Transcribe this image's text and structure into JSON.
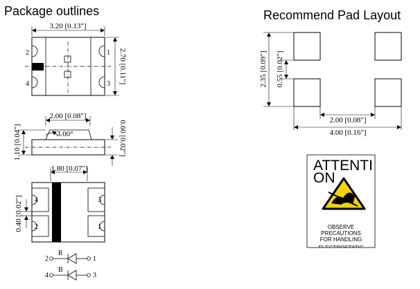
{
  "titles": {
    "package": "Package outlines",
    "pad": "Recommend Pad Layout"
  },
  "top_view": {
    "width": "3.20 [0.13\"]",
    "height": "2.70 [0.11\"]",
    "pins": [
      "2",
      "1",
      "4",
      "3"
    ]
  },
  "side_view": {
    "width": "2.00 [0.08\"]",
    "angle": "3.00°",
    "height_left": "1.10 [0.04\"]",
    "height_right": "0.60 [0.02\"]"
  },
  "bottom_view": {
    "width": "1.80 [0.07\"]",
    "pitch": "0.40 [0.02\"]",
    "pins": [
      "4",
      "3",
      "2",
      "1"
    ]
  },
  "schematic": {
    "red": {
      "label": "R",
      "anode": "2",
      "cathode": "1"
    },
    "blue": {
      "label": "B",
      "anode": "4",
      "cathode": "3"
    }
  },
  "pad_layout": {
    "height_total": "2.35 [0.09\"]",
    "gap": "0.55 [0.02\"]",
    "inner_width": "2.00 [0.08\"]",
    "outer_width": "4.00 [0.16\"]"
  },
  "warning": {
    "title_line1": "ATTENTI",
    "title_line2": "ON",
    "text_line1": "OBSERVE",
    "text_line2": "PRECAUTIONS",
    "text_line3": "FOR HANDLING",
    "text_line4": "ELECTROSTATIC"
  },
  "colors": {
    "esd_yellow": "#f2d400",
    "line": "#000000"
  }
}
